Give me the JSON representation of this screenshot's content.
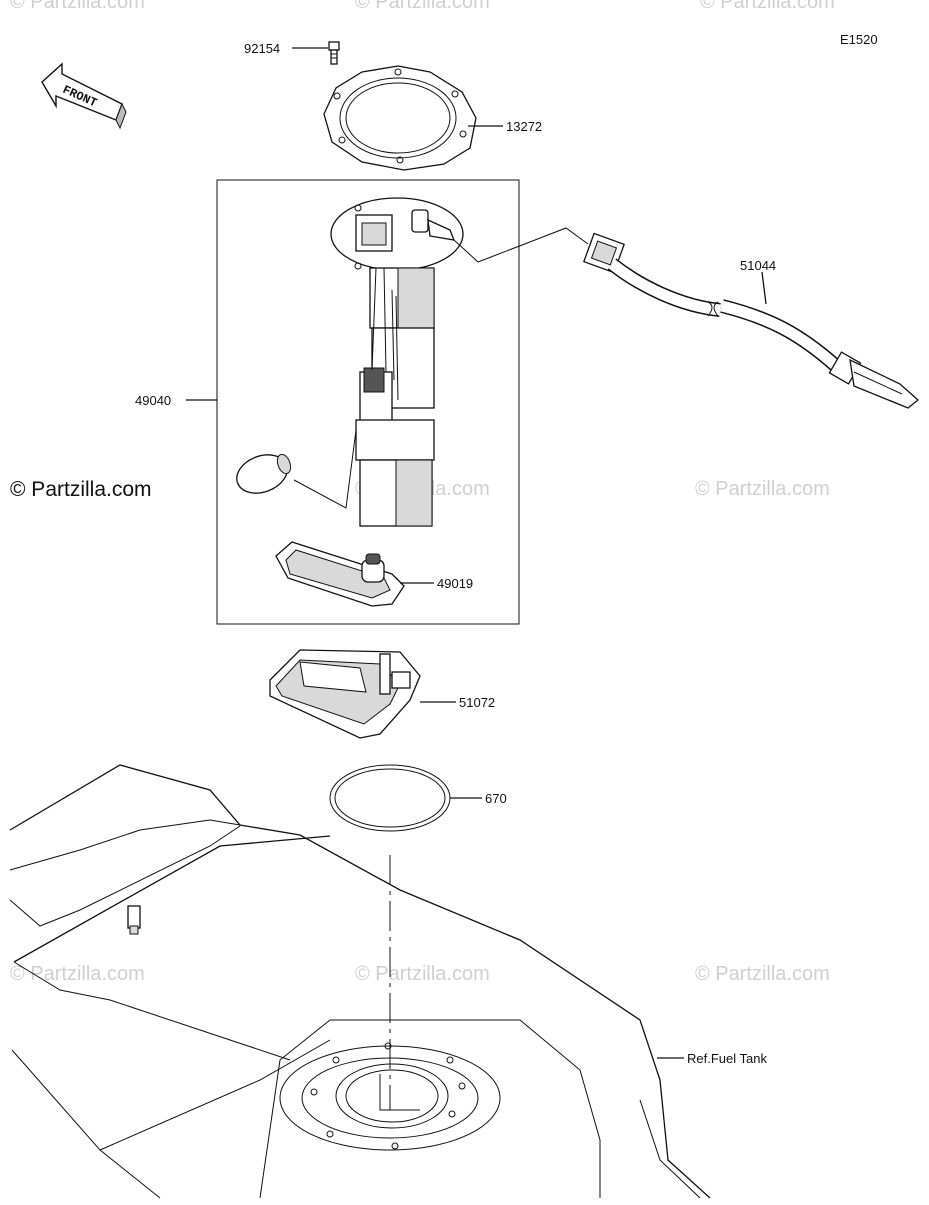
{
  "diagram_code": "E1520",
  "front_label": "FRONT",
  "watermark_main": "© Partzilla.com",
  "watermark_faint": "© Partzilla.com",
  "callouts": {
    "bolt": "92154",
    "gasket_plate": "13272",
    "pump_assembly": "49040",
    "filter": "49019",
    "hose": "51044",
    "bracket": "51072",
    "o_ring": "670",
    "fuel_tank": "Ref.Fuel Tank"
  }
}
